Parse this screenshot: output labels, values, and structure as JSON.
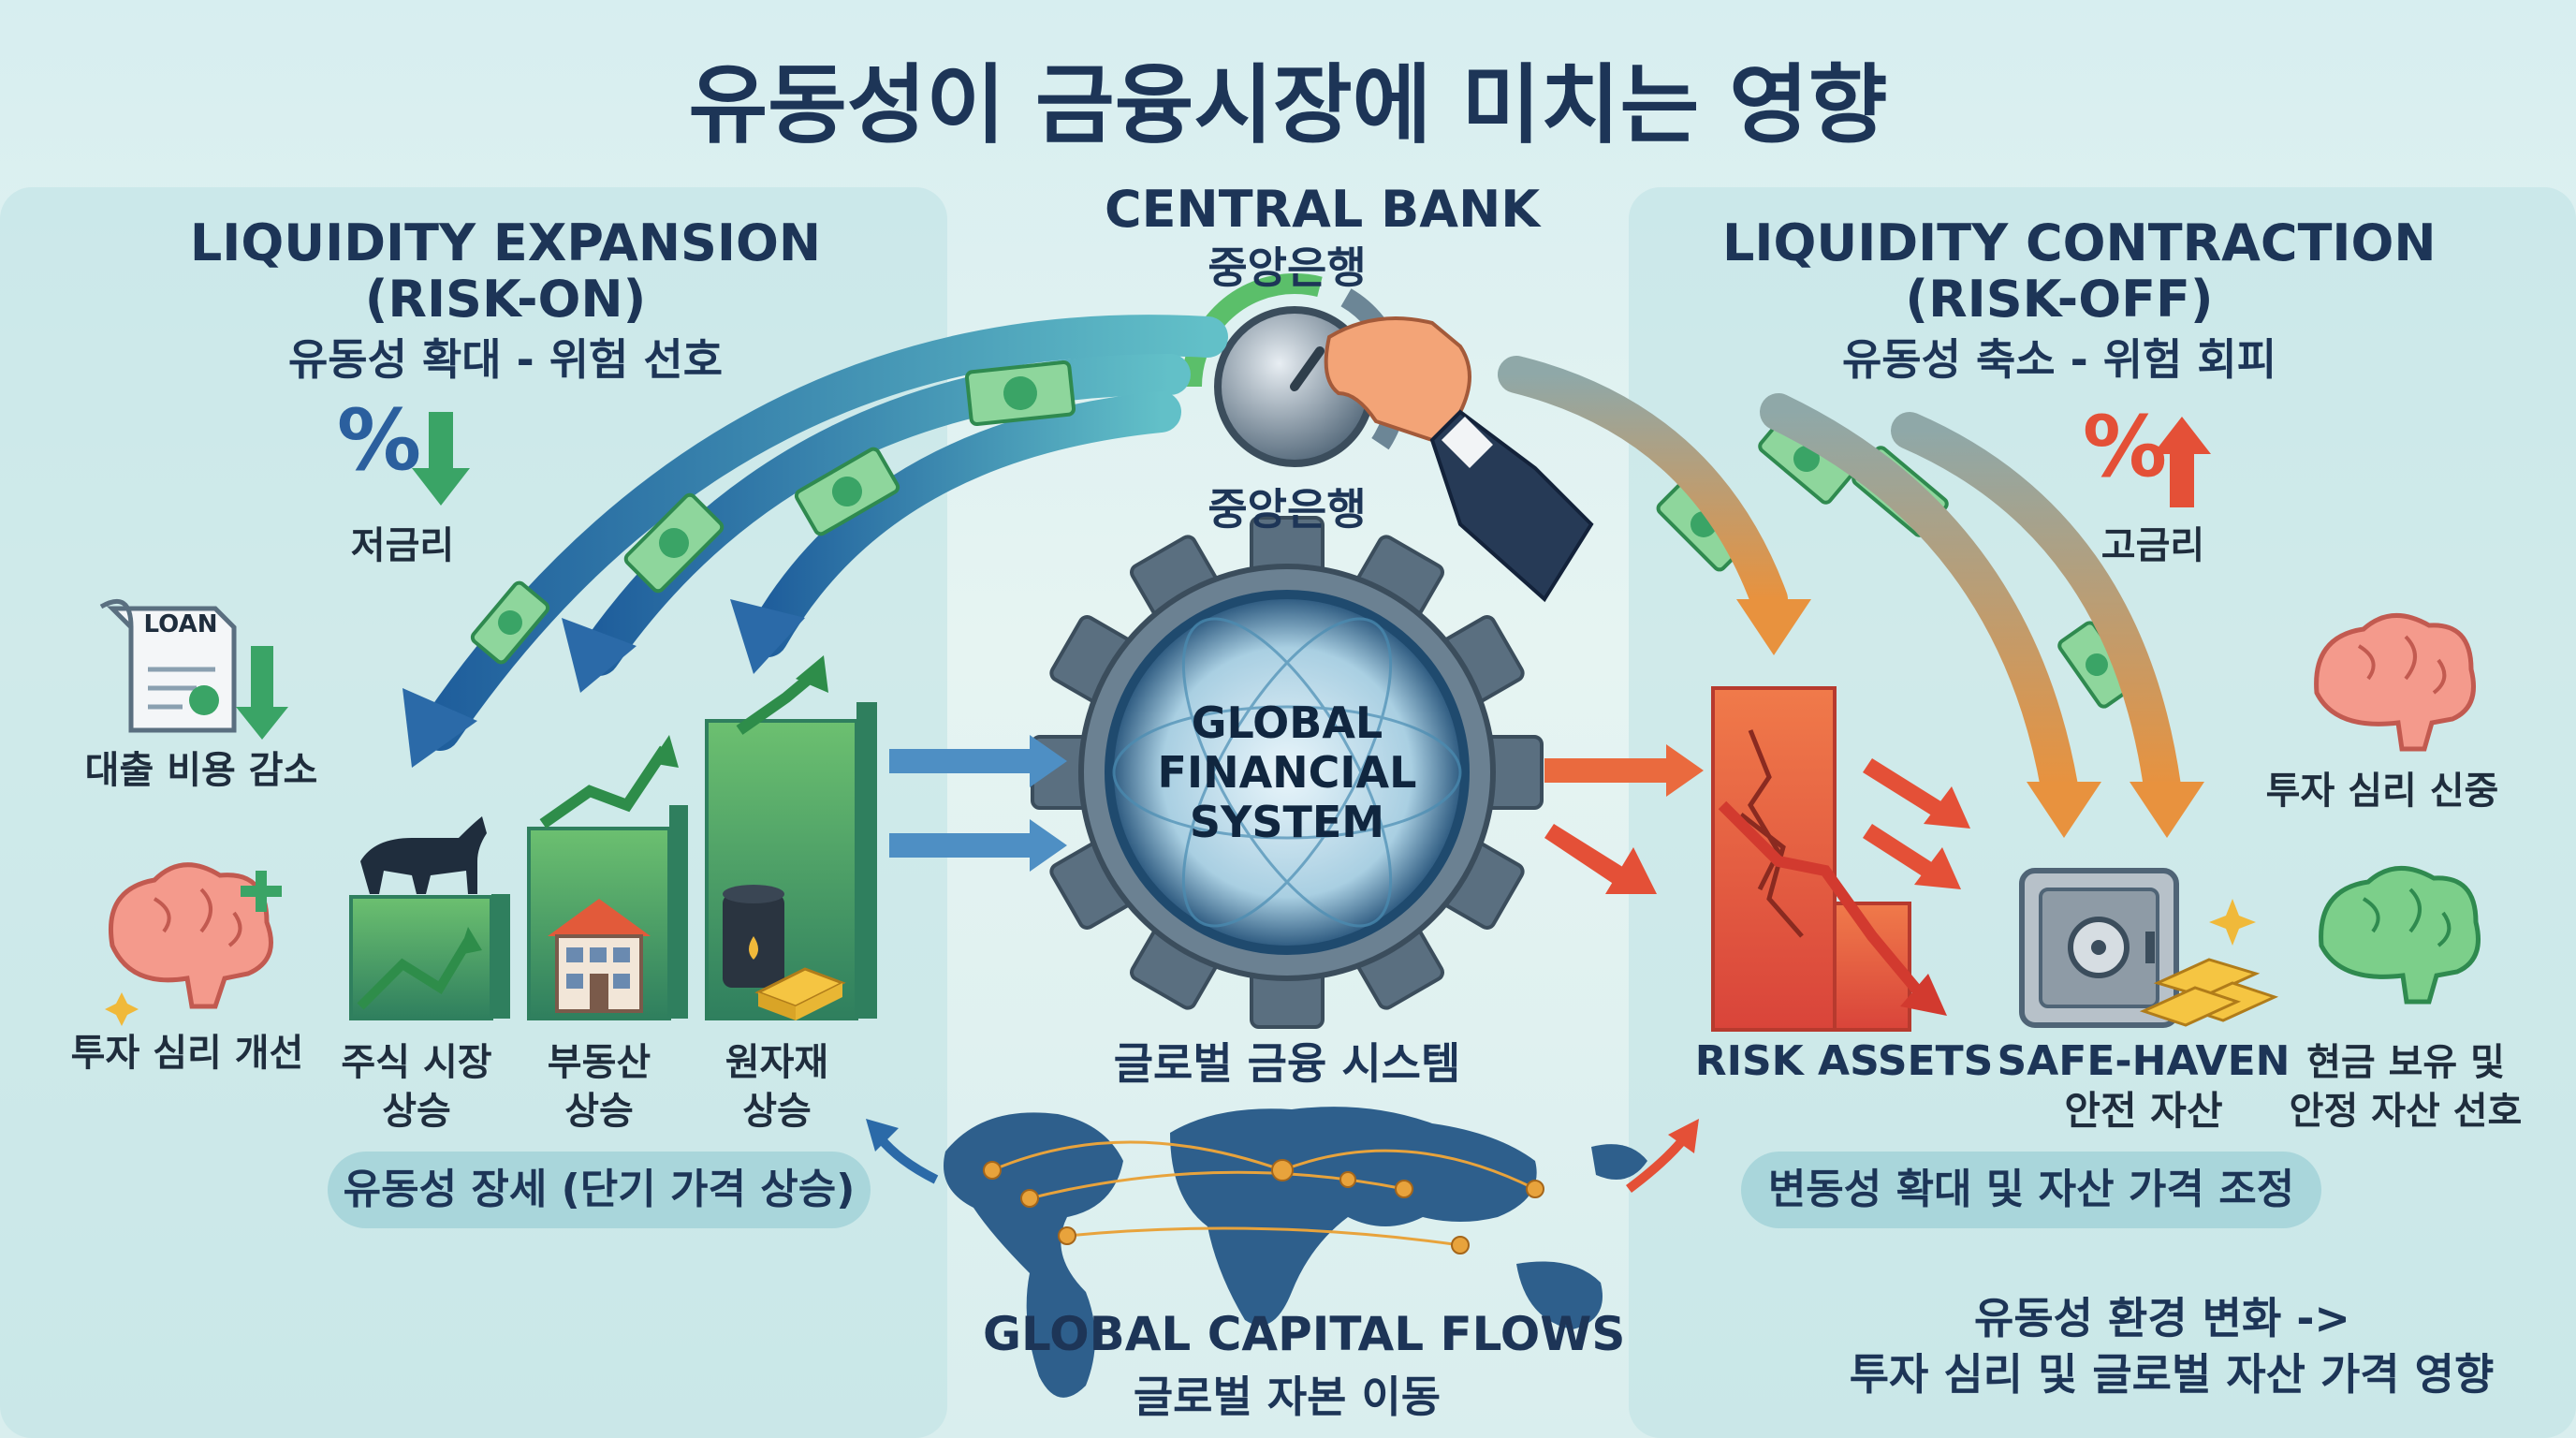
{
  "title": "유동성이 금융시장에 미치는 영향",
  "central_bank": {
    "title_en": "CENTRAL BANK",
    "title_ko": "중앙은행",
    "dial_label": "중앙은행"
  },
  "gear": {
    "line1": "GLOBAL",
    "line2": "FINANCIAL",
    "line3": "SYSTEM",
    "caption": "글로벌 금융 시스템"
  },
  "capital_flows": {
    "title_en": "GLOBAL CAPITAL FLOWS",
    "title_ko": "글로벌 자본 이동"
  },
  "left": {
    "heading_line1": "LIQUIDITY EXPANSION",
    "heading_line2": "(RISK-ON)",
    "heading_ko": "유동성 확대 - 위험 선호",
    "low_rate": "저금리",
    "loan_tag": "LOAN",
    "loan_cost": "대출 비용 감소",
    "sentiment": "투자 심리 개선",
    "bars": [
      {
        "line1": "주식 시장",
        "line2": "상승"
      },
      {
        "line1": "부동산",
        "line2": "상승"
      },
      {
        "line1": "원자재",
        "line2": "상승"
      }
    ],
    "pill": "유동성 장세 (단기 가격 상승)"
  },
  "right": {
    "heading_line1": "LIQUIDITY CONTRACTION",
    "heading_line2": "(RISK-OFF)",
    "heading_ko": "유동성 축소 - 위험 회피",
    "high_rate": "고금리",
    "sentiment": "투자 심리 신중",
    "risk_assets": "RISK ASSETS",
    "safe_haven_en": "SAFE-HAVEN",
    "safe_haven_ko": "안전 자산",
    "cash_line1": "현금 보유 및",
    "cash_line2": "안정 자산 선호",
    "pill": "변동성 확대 및 자산 가격 조정",
    "note_line1": "유동성 환경 변화 ->",
    "note_line2": "투자 심리 및 글로벌 자산 가격 영향"
  },
  "symbols": {
    "percent": "%",
    "dollar": "$"
  },
  "colors": {
    "blue_arrow": "#2b6aa8",
    "green_bar": "#3f9d5a",
    "red_asset": "#e0533a",
    "orange_arrow": "#e49a4a",
    "gear": "#5a6f80",
    "money": "#3aa466"
  }
}
